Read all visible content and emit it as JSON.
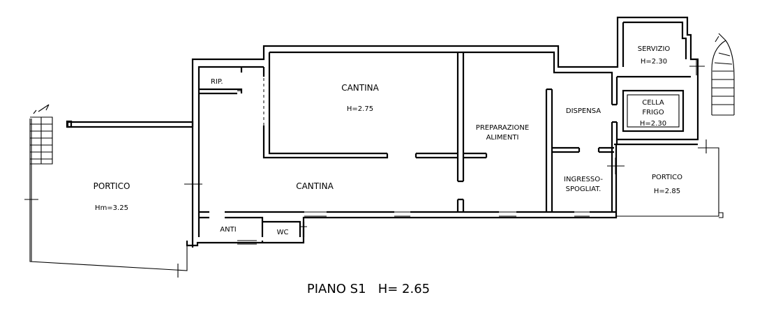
{
  "title": "PIANO S1   H= 2.65",
  "rooms": {
    "portico_left": {
      "name": "PORTICO",
      "height": "Hm=3.25"
    },
    "rip": {
      "name": "RIP."
    },
    "cantina_top": {
      "name": "CANTINA",
      "height": "H=2.75"
    },
    "cantina_main": {
      "name": "CANTINA"
    },
    "preparazione_line1": "PREPARAZIONE",
    "preparazione_line2": "ALIMENTI",
    "servizio": {
      "name": "SERVIZIO",
      "height": "H=2.30"
    },
    "dispensa": {
      "name": "DISPENSA"
    },
    "cella_line1": "CELLA",
    "cella_line2": "FRIGO",
    "cella_height": "H=2.30",
    "ingresso_line1": "INGRESSO-",
    "ingresso_line2": "SPOGLIAT.",
    "portico_right": {
      "name": "PORTICO",
      "height": "H=2.85"
    },
    "anti": {
      "name": "ANTI"
    },
    "wc": {
      "name": "WC"
    }
  }
}
